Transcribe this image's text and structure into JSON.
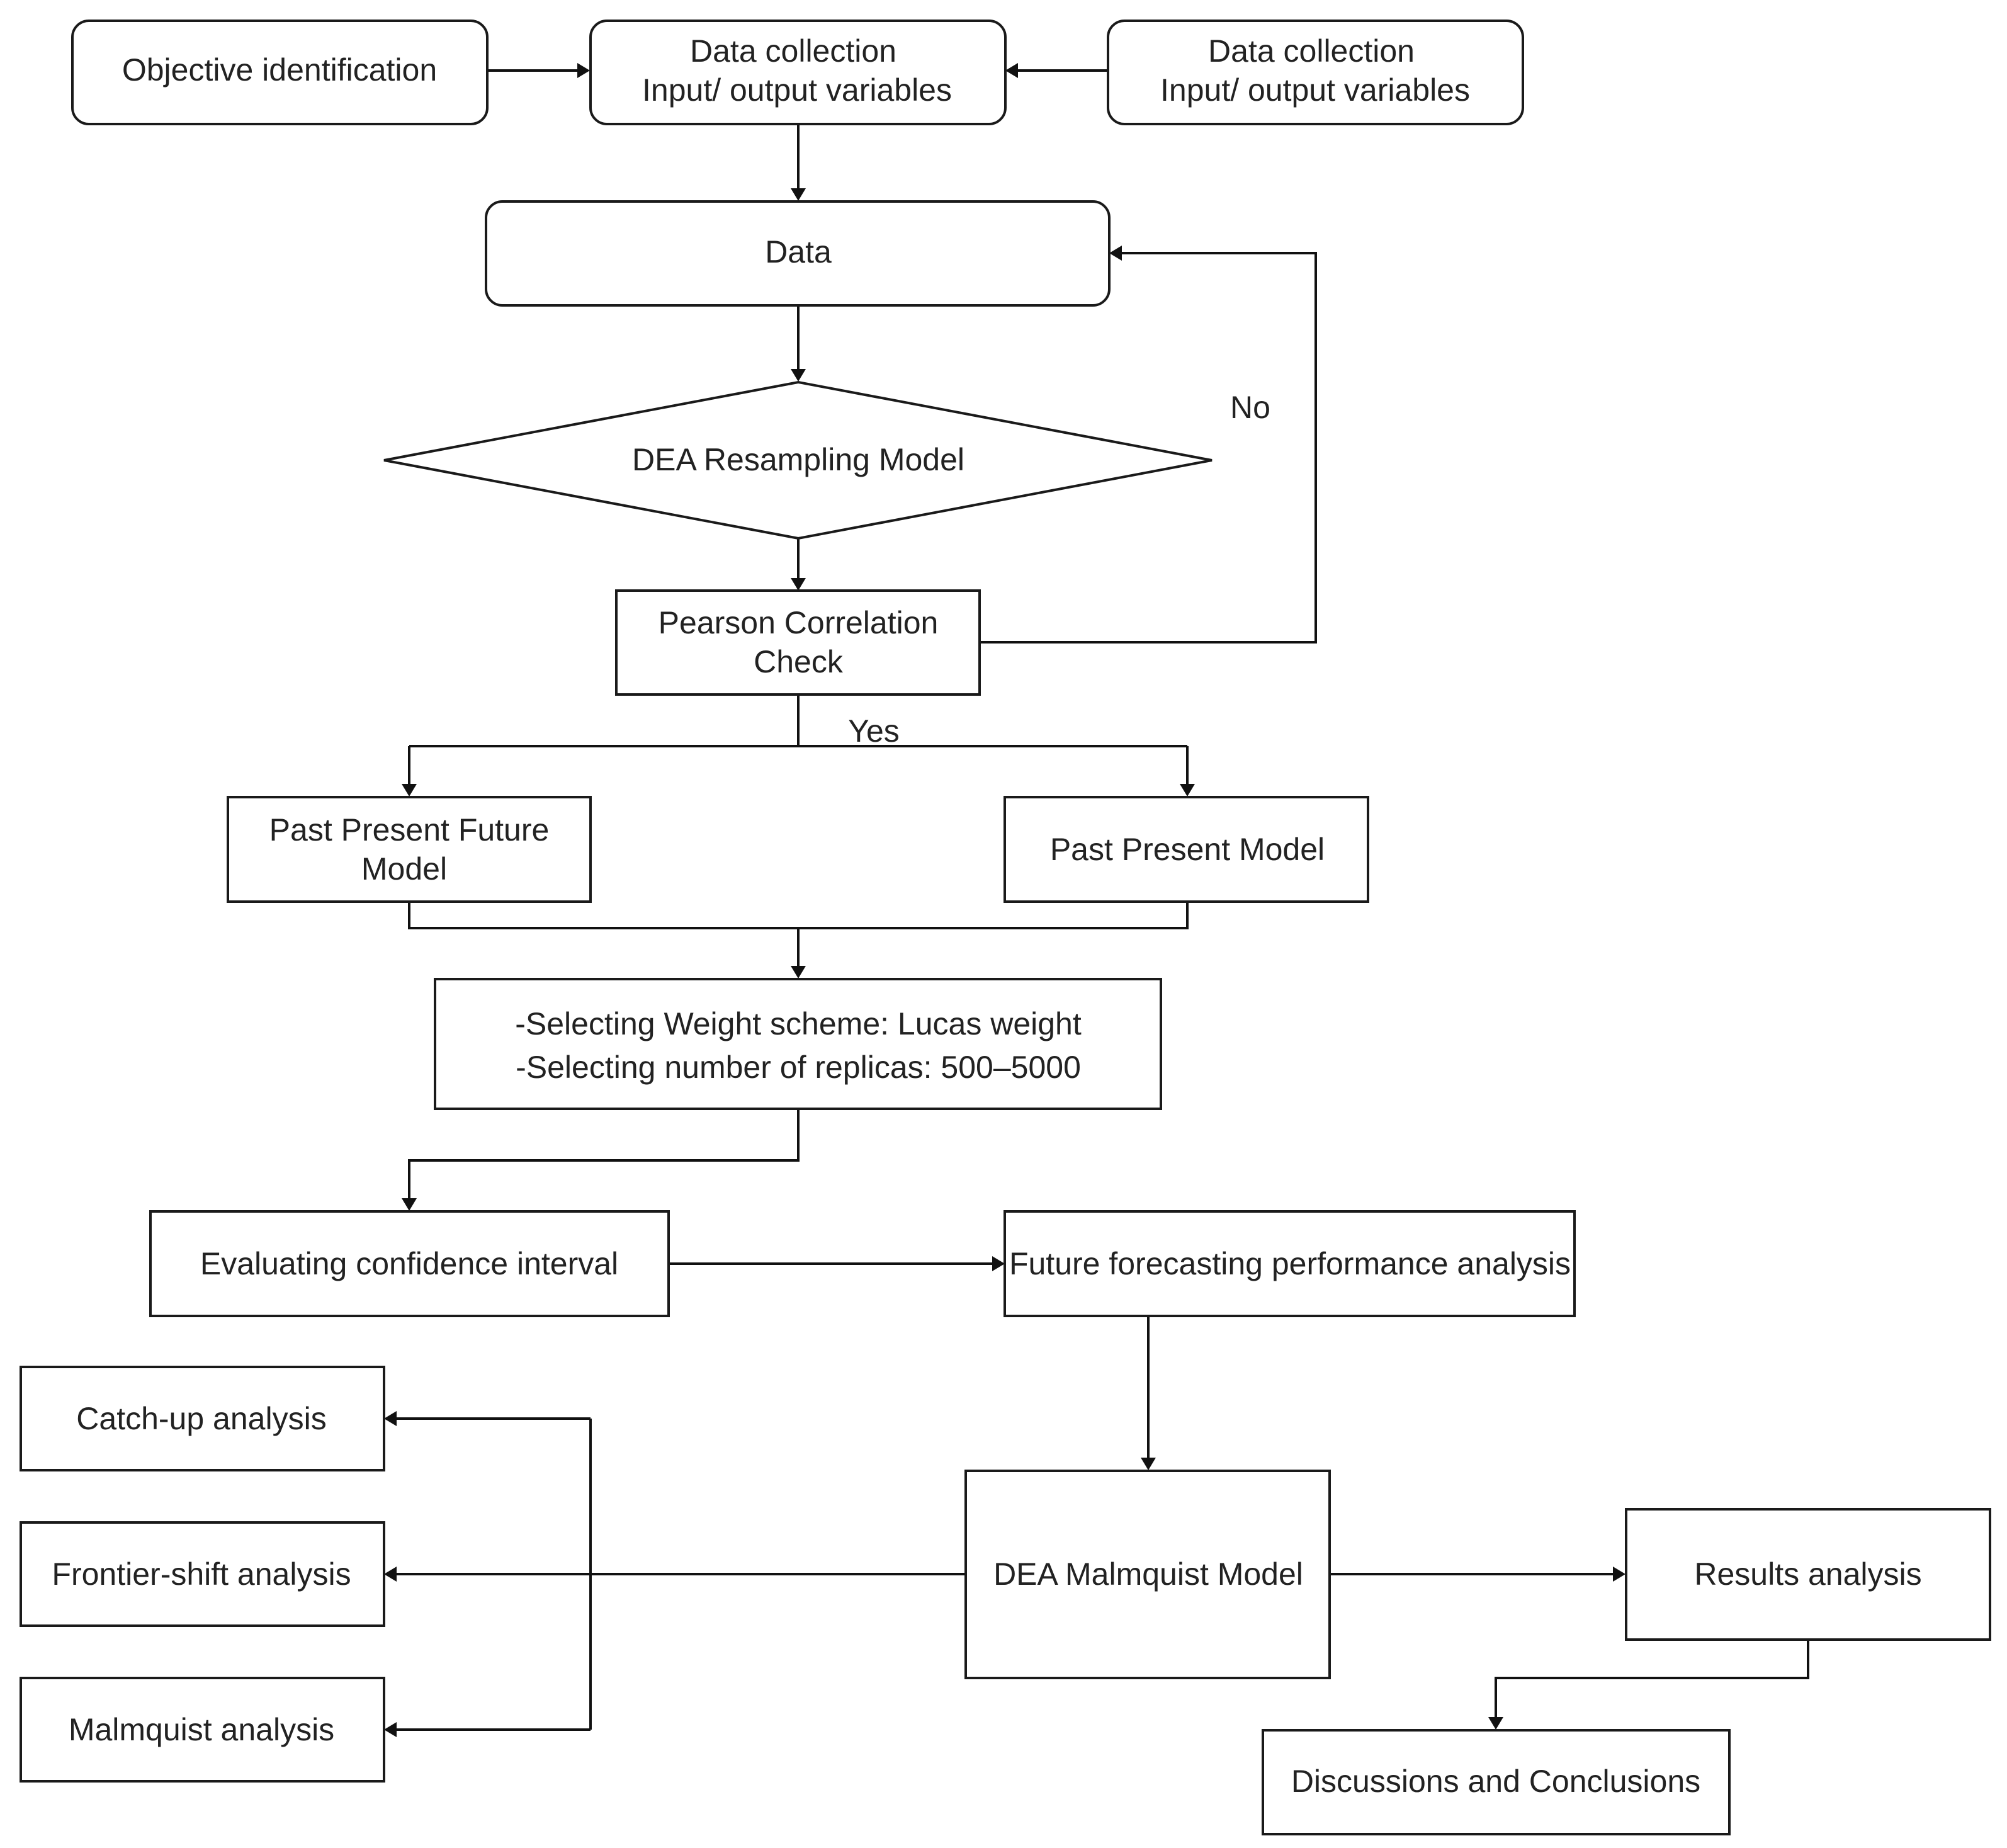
{
  "nodes": {
    "objective": {
      "lines": [
        "Objective identification"
      ]
    },
    "data_collection_1": {
      "lines": [
        "Data collection",
        "Input/ output variables"
      ]
    },
    "data_collection_2": {
      "lines": [
        "Data collection",
        "Input/ output variables"
      ]
    },
    "data": {
      "lines": [
        "Data"
      ]
    },
    "dea_resampling": {
      "lines": [
        "DEA Resampling Model"
      ]
    },
    "pearson": {
      "lines": [
        "Pearson Correlation",
        "Check"
      ]
    },
    "ppf_model": {
      "lines": [
        "Past Present Future",
        "Model"
      ]
    },
    "pp_model": {
      "lines": [
        "Past Present Model"
      ]
    },
    "weights": {
      "lines": [
        "-Selecting Weight scheme: Lucas weight",
        "-Selecting number of replicas: 500–5000"
      ]
    },
    "confidence": {
      "lines": [
        "Evaluating confidence interval"
      ]
    },
    "forecasting": {
      "lines": [
        "Future forecasting performance analysis"
      ]
    },
    "malmquist_model": {
      "lines": [
        "DEA Malmquist Model"
      ]
    },
    "catchup": {
      "lines": [
        "Catch-up analysis"
      ]
    },
    "frontier": {
      "lines": [
        "Frontier-shift analysis"
      ]
    },
    "malmquist_analysis": {
      "lines": [
        "Malmquist analysis"
      ]
    },
    "results": {
      "lines": [
        "Results analysis"
      ]
    },
    "discussions": {
      "lines": [
        "Discussions and Conclusions"
      ]
    }
  },
  "edge_labels": {
    "no": "No",
    "yes": "Yes"
  }
}
